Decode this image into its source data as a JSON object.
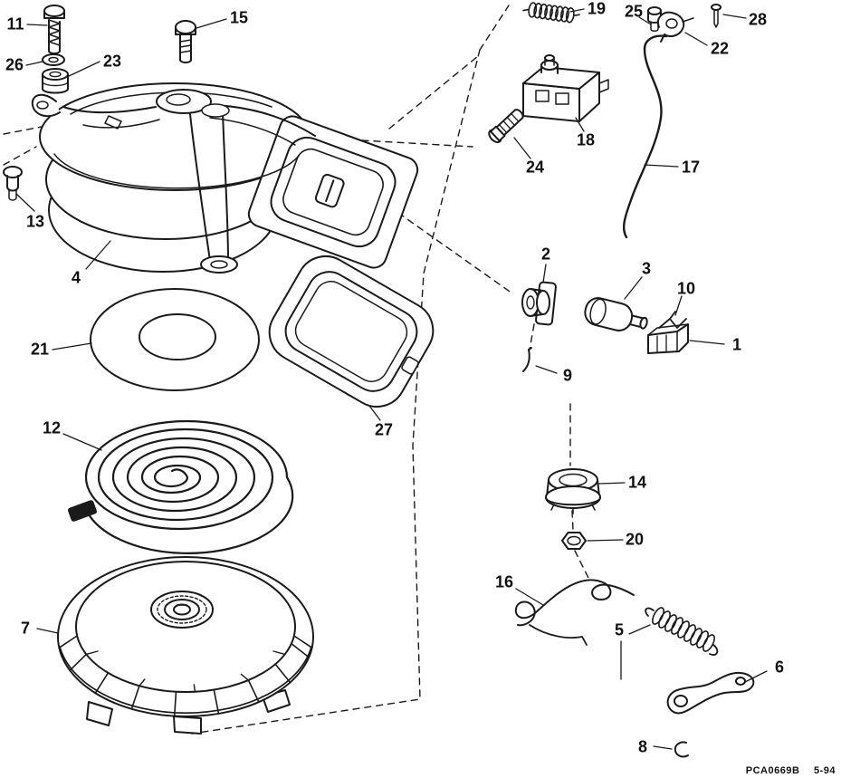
{
  "figure": {
    "type": "exploded-parts-diagram",
    "callouts": [
      "1",
      "2",
      "3",
      "4",
      "5",
      "6",
      "7",
      "8",
      "9",
      "10",
      "11",
      "12",
      "13",
      "14",
      "15",
      "16",
      "17",
      "18",
      "19",
      "20",
      "21",
      "22",
      "23",
      "24",
      "25",
      "26",
      "27",
      "28"
    ],
    "footer": {
      "code": "PCA0669B",
      "date": "5-94"
    },
    "ink_color": "#1a1a1a",
    "background_color": "#ffffff"
  }
}
